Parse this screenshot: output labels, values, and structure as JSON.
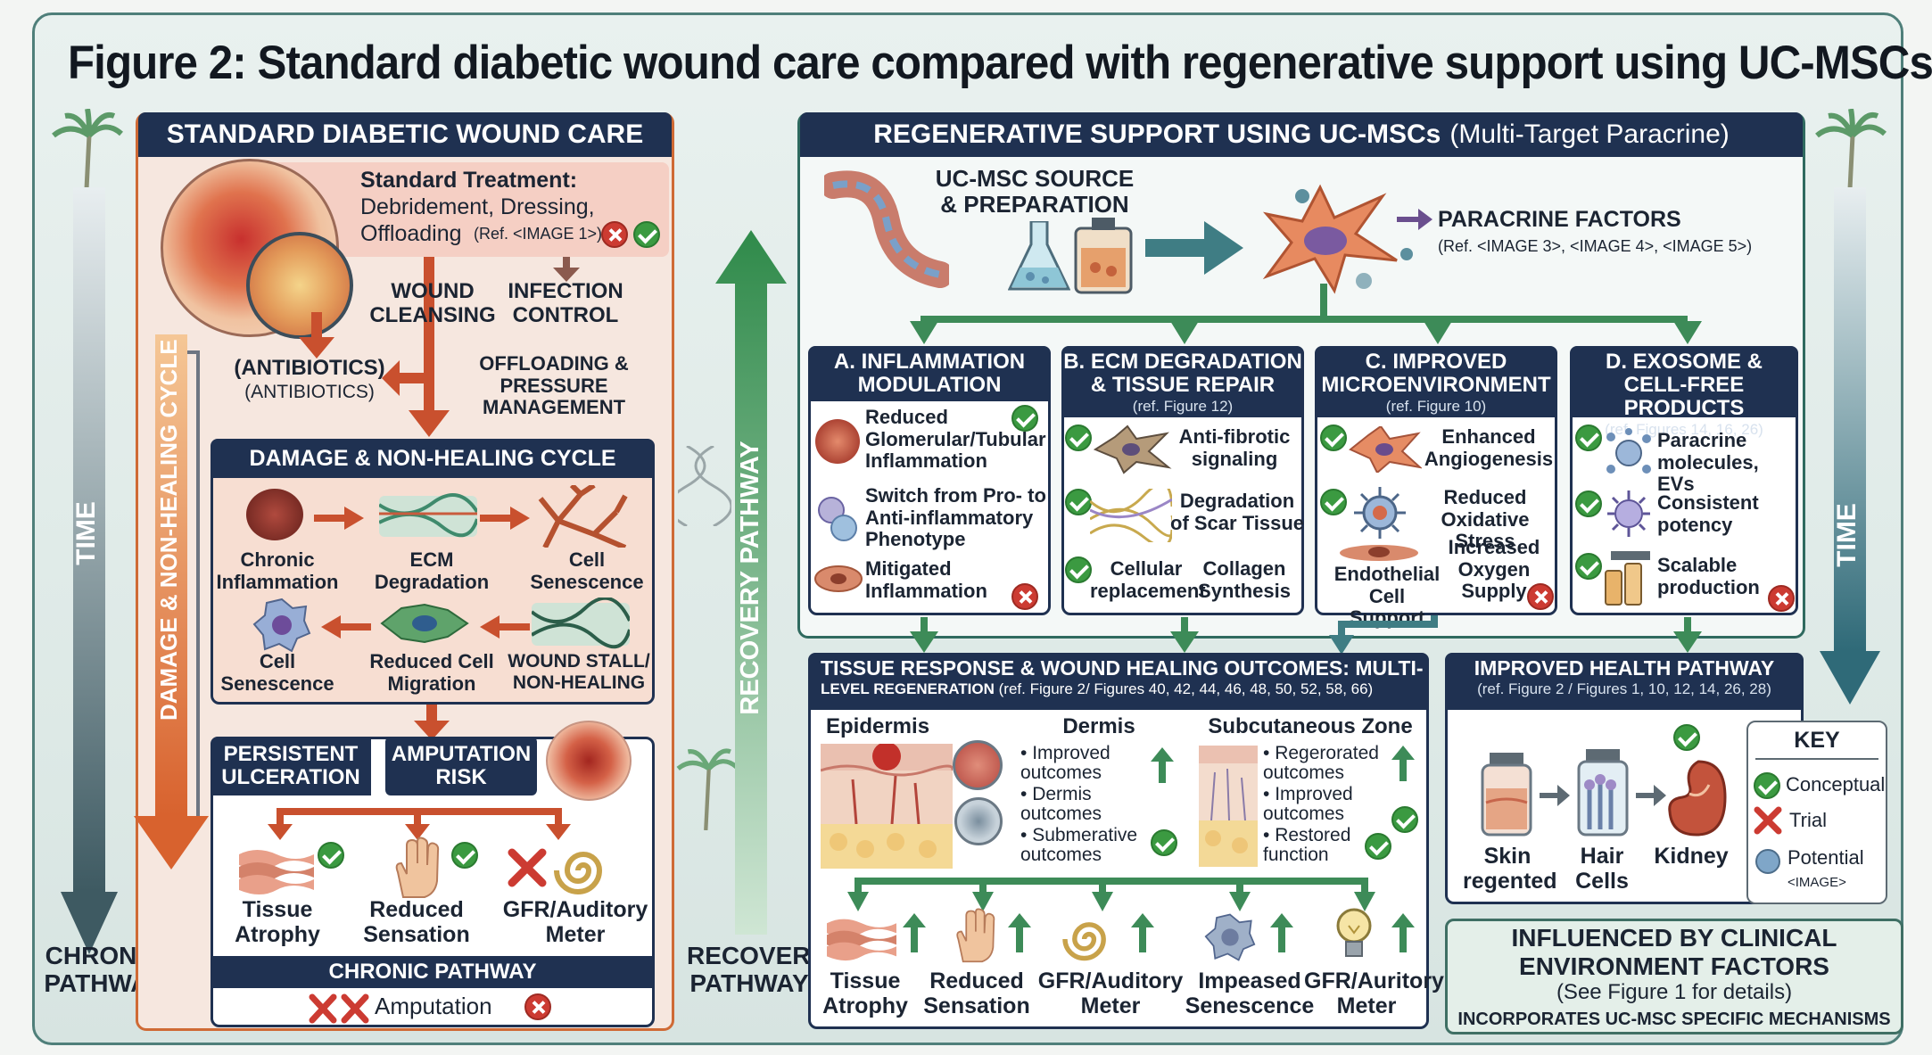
{
  "title": "Figure 2: Standard diabetic wound care compared with regenerative support using UC-MSCs",
  "colors": {
    "navy": "#1f3151",
    "orange": "#d8692e",
    "green": "#2f8a4a",
    "teal": "#3f7d84",
    "check": "#3b9a41",
    "cross": "#cc3b32"
  },
  "side": {
    "time_left": "TIME",
    "chronic_pathway": "CHRONIC\nPATHWAY",
    "time_right": "TIME",
    "cycle_label": "DAMAGE & NON-HEALING CYCLE",
    "recovery_label": "RECOVERY PATHWAY",
    "recovery_pathway": "RECOVERY\nPATHWAY"
  },
  "standard": {
    "header": "STANDARD DIABETIC WOUND CARE",
    "treatment_title": "Standard Treatment:",
    "treatment_body": "Debridement, Dressing,",
    "treatment_offload": "Offloading",
    "treatment_ref": "(Ref. <IMAGE 1>)",
    "wound_cleansing": "WOUND\nCLEANSING",
    "infection_control": "INFECTION\nCONTROL",
    "antibiotics_bold": "(ANTIBIOTICS)",
    "antibiotics_plain": "(ANTIBIOTICS)",
    "offloading": "OFFLOADING &\nPRESSURE MANAGEMENT",
    "cycle_header": "DAMAGE & NON-HEALING CYCLE",
    "cycle_items": [
      "Chronic\nInflammation",
      "ECM\nDegradation",
      "Cell\nSenescence",
      "Cell\nSenescence",
      "Reduced Cell\nMigration",
      "WOUND STALL/\nNON-HEALING"
    ],
    "persistent": "PERSISTENT\nULCERATION",
    "amputation_risk": "AMPUTATION\nRISK",
    "outcomes": [
      "Tissue\nAtrophy",
      "Reduced\nSensation",
      "GFR/Auditory\nMeter"
    ],
    "chronic_pathway_hdr": "CHRONIC PATHWAY",
    "amputation": "Amputation"
  },
  "regen": {
    "header_bold": "REGENERATIVE SUPPORT USING UC-MSCs",
    "header_plain": "(Multi-Target Paracrine)",
    "source": "UC-MSC SOURCE\n& PREPARATION",
    "paracrine": "PARACRINE FACTORS",
    "paracrine_ref": "(Ref. <IMAGE 3>, <IMAGE 4>, <IMAGE 5>)",
    "panels": [
      {
        "title": "A. INFLAMMATION\nMODULATION",
        "ref": "",
        "items": [
          "Reduced\nGlomerular/Tubular\nInflammation",
          "Switch from Pro- to\nAnti-inflammatory\nPhenotype",
          "Mitigated\nInflammation"
        ]
      },
      {
        "title": "B. ECM DEGRADATION\n& TISSUE REPAIR",
        "ref": "(ref. Figure 12)",
        "items": [
          "Anti-fibrotic\nsignaling",
          "Degradation\nof Scar Tissue",
          "Cellular\nreplacement",
          "Collagen\nSynthesis"
        ]
      },
      {
        "title": "C. IMPROVED\nMICROENVIRONMENT",
        "ref": "(ref. Figure 10)",
        "items": [
          "Enhanced\nAngiogenesis",
          "Reduced\nOxidative Stress",
          "Endothelial\nCell Support",
          "Increased\nOxygen\nSupply"
        ]
      },
      {
        "title": "D. EXOSOME &\nCELL-FREE PRODUCTS",
        "ref": "(ref. Figures 14, 16, 26)",
        "items": [
          "Paracrine\nmolecules, EVs",
          "Consistent\npotency",
          "Scalable\nproduction"
        ]
      }
    ],
    "tissue_hdr_1": "TISSUE RESPONSE & WOUND HEALING OUTCOMES: MULTI-",
    "tissue_hdr_2": "LEVEL REGENERATION",
    "tissue_hdr_ref": "(ref. Figure 2/ Figures 40, 42, 44, 46, 48, 50, 52, 58, 66)",
    "epidermis": "Epidermis",
    "dermis": "Dermis",
    "dermis_items": [
      "Improved\noutcomes",
      "Dermis\noutcomes",
      "Submerative\noutcomes"
    ],
    "subcut": "Subcutaneous Zone",
    "subcut_items": [
      "Regerorated\noutcomes",
      "Improved\noutcomes",
      "Restored\nfunction"
    ],
    "bottom_outcomes": [
      "Tissue\nAtrophy",
      "Reduced\nSensation",
      "GFR/Auditory\nMeter",
      "Impeased\nSenescence",
      "GFR/Auritory\nMeter"
    ],
    "health_hdr": "IMPROVED HEALTH PATHWAY",
    "health_ref": "(ref. Figure 2 / Figures 1, 10, 12, 14, 26, 28)",
    "health_items": [
      "Skin\nregented",
      "Hair\nCells",
      "Kidney"
    ],
    "key_title": "KEY",
    "key_items": [
      "Conceptual",
      "Trial",
      "Potential"
    ],
    "key_image": "<IMAGE>",
    "influence_1": "INFLUENCED BY CLINICAL",
    "influence_2": "ENVIRONMENT FACTORS",
    "influence_3": "(See Figure 1 for details)",
    "influence_4": "INCORPORATES UC-MSC SPECIFIC MECHANISMS"
  }
}
